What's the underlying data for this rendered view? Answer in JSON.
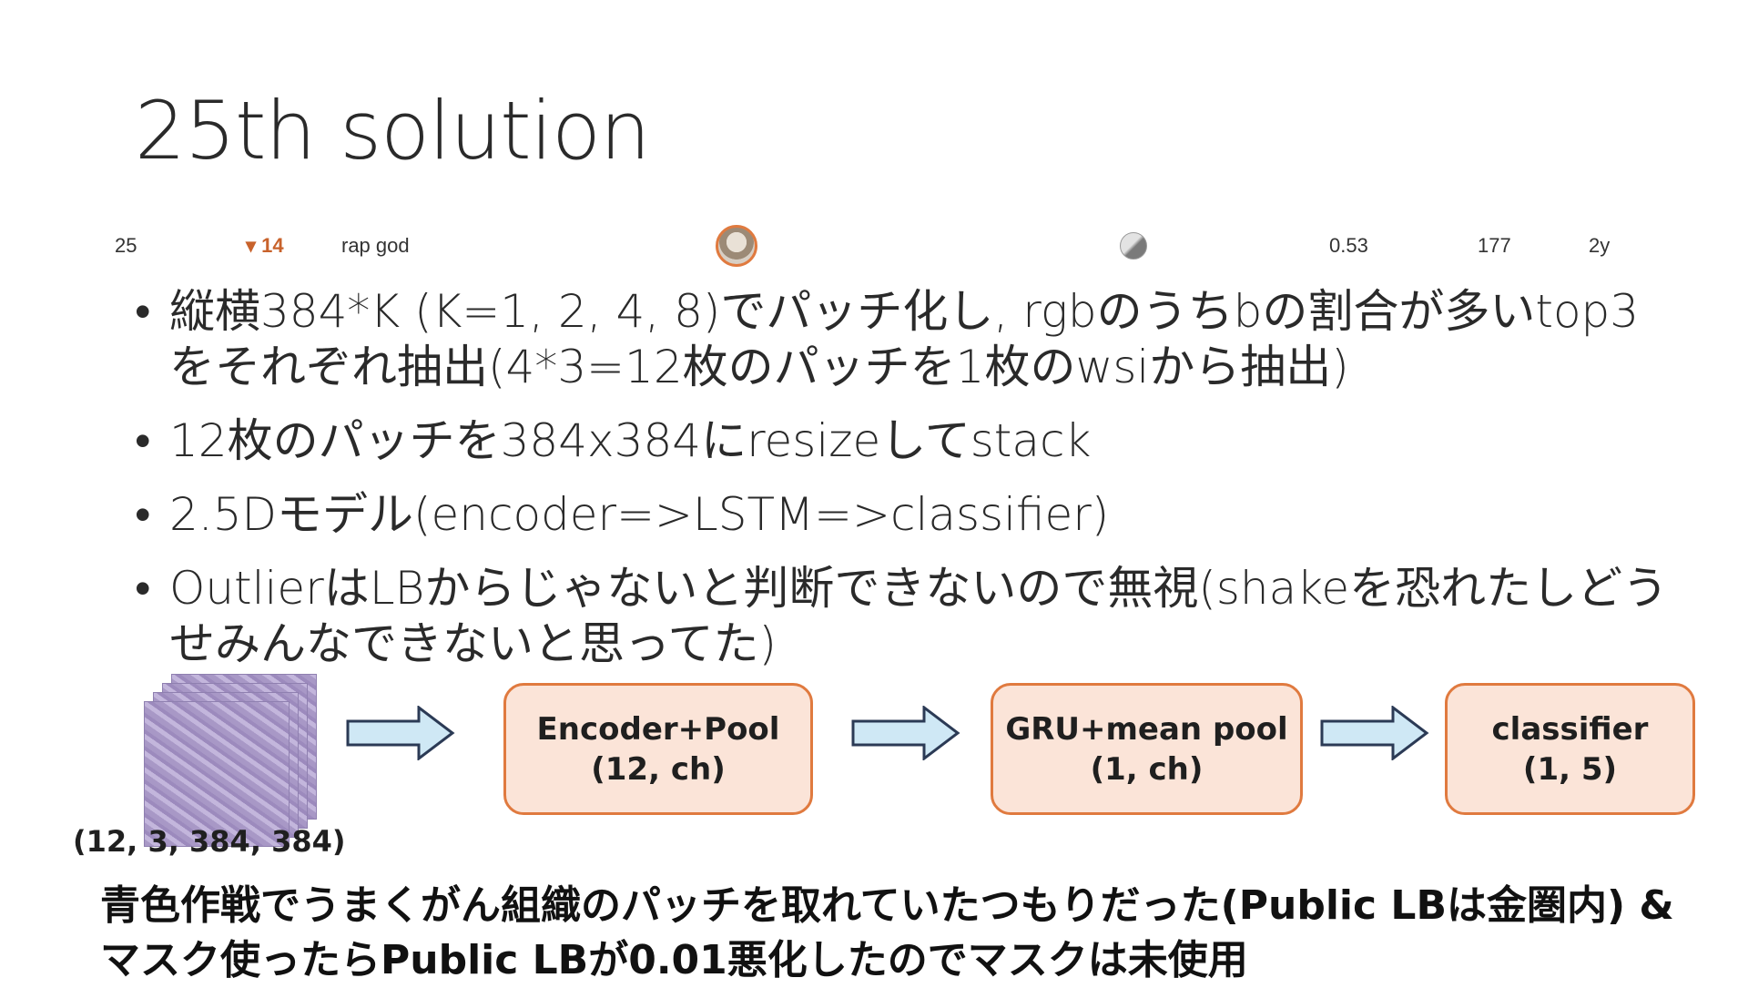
{
  "slide": {
    "title": "25th solution"
  },
  "leaderboard_row": {
    "rank": "25",
    "delta_arrow": "▾",
    "delta": "14",
    "team_name": "rap god",
    "medal_icon": "silver-medal-icon",
    "score": "0.53",
    "entries": "177",
    "last": "2y",
    "delta_color": "#c8622b"
  },
  "bullets": [
    "縦横384*K (K=1, 2, 4, 8)でパッチ化し, rgbのうちbの割合が多いtop3をそれぞれ抽出(4*3=12枚のパッチを1枚のwsiから抽出)",
    "12枚のパッチを384x384にresizeしてstack",
    "2.5Dモデル(encoder=>LSTM=>classifier)",
    "OutlierはLBからじゃないと判断できないので無視(shakeを恐れたしどうせみんなできないと思ってた)"
  ],
  "pipeline": {
    "input_shape": "(12, 3, 384, 384)",
    "blocks": [
      {
        "name": "Encoder+Pool",
        "shape": "(12, ch)"
      },
      {
        "name": "GRU+mean pool",
        "shape": "(1, ch)"
      },
      {
        "name": "classifier",
        "shape": "(1, 5)"
      }
    ],
    "box_fill": "#fbe4d8",
    "box_border": "#e07a3f",
    "arrow_fill": "#cfe8f5",
    "arrow_stroke": "#2b3a55"
  },
  "note": "青色作戦でうまくがん組織のパッチを取れていたつもりだった(Public LBは金圏内) & マスク使ったらPublic LBが0.01悪化したのでマスクは未使用"
}
